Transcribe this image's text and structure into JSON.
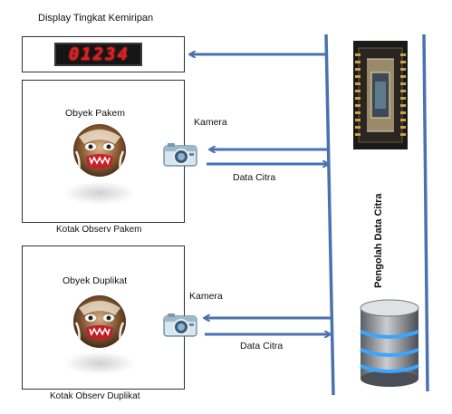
{
  "display": {
    "title": "Display Tingkat Kemiripan",
    "digits": [
      "0",
      "1",
      "2",
      "3",
      "4"
    ]
  },
  "box_pakem": {
    "object_label": "Obyek Pakem",
    "camera_label": "Kamera",
    "data_label": "Data Citra",
    "caption": "Kotak Observ Pakem"
  },
  "box_duplikat": {
    "object_label": "Obyek Duplikat",
    "camera_label": "Kamera",
    "data_label": "Data Citra",
    "caption": "Kotak Observ Duplikat"
  },
  "processor": {
    "label": "Pengolah Data Citra"
  },
  "colors": {
    "arrow": "#4a72b0",
    "display_digit": "#e51d1d",
    "box_border": "#2b3038"
  },
  "icons": [
    "camera-icon",
    "chip-icon",
    "database-icon",
    "barong-mask-icon"
  ]
}
